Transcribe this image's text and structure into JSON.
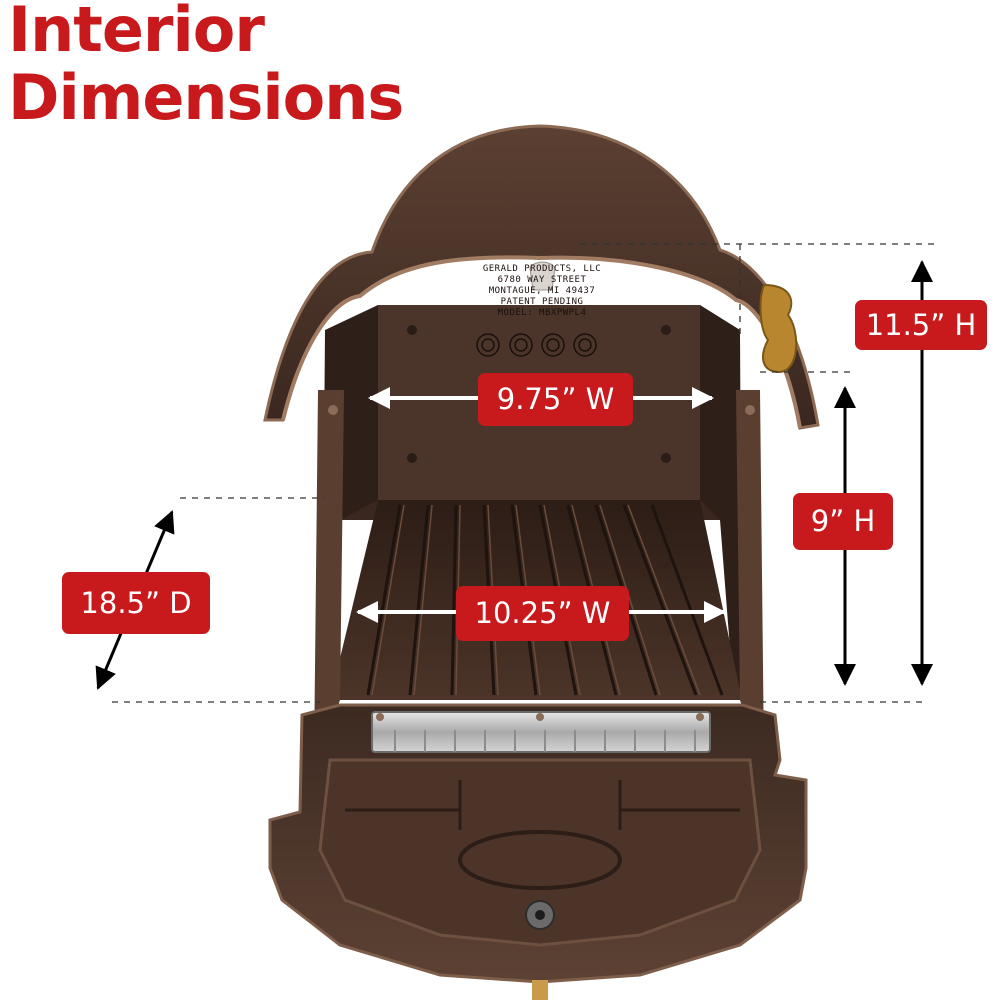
{
  "title": {
    "line1": "Interior",
    "line2": "Dimensions"
  },
  "dimensions": {
    "height_overall": "11.5” H",
    "height_front": "9” H",
    "width_top": "9.75” W",
    "width_floor": "10.25” W",
    "depth": "18.5” D"
  },
  "stamp": {
    "line1": "GERALD PRODUCTS, LLC",
    "line2": "6780 WAY STREET",
    "line3": "MONTAGUE, MI 49437",
    "line4": "PATENT PENDING",
    "line5": "MODEL: MBXPWPL4"
  },
  "colors": {
    "accent": "#c8191c",
    "mailbox_bronze": "#4a3228",
    "mailbox_dark": "#2a1c16",
    "hinge_brass": "#b8862e"
  }
}
